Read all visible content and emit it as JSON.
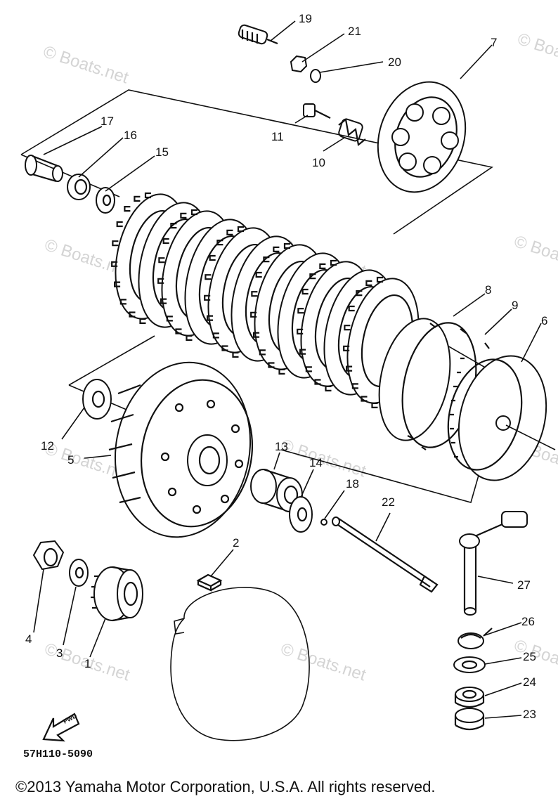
{
  "watermark": "© Boats.net",
  "catalog_code": "57H110-5090",
  "copyright": "©2013 Yamaha Motor Corporation, U.S.A. All rights reserved.",
  "fwd_label": "FWD",
  "callouts": [
    "1",
    "2",
    "3",
    "4",
    "5",
    "6",
    "7",
    "8",
    "9",
    "10",
    "11",
    "12",
    "13",
    "14",
    "15",
    "16",
    "17",
    "18",
    "19",
    "20",
    "21",
    "22",
    "23",
    "24",
    "25",
    "26",
    "27"
  ]
}
